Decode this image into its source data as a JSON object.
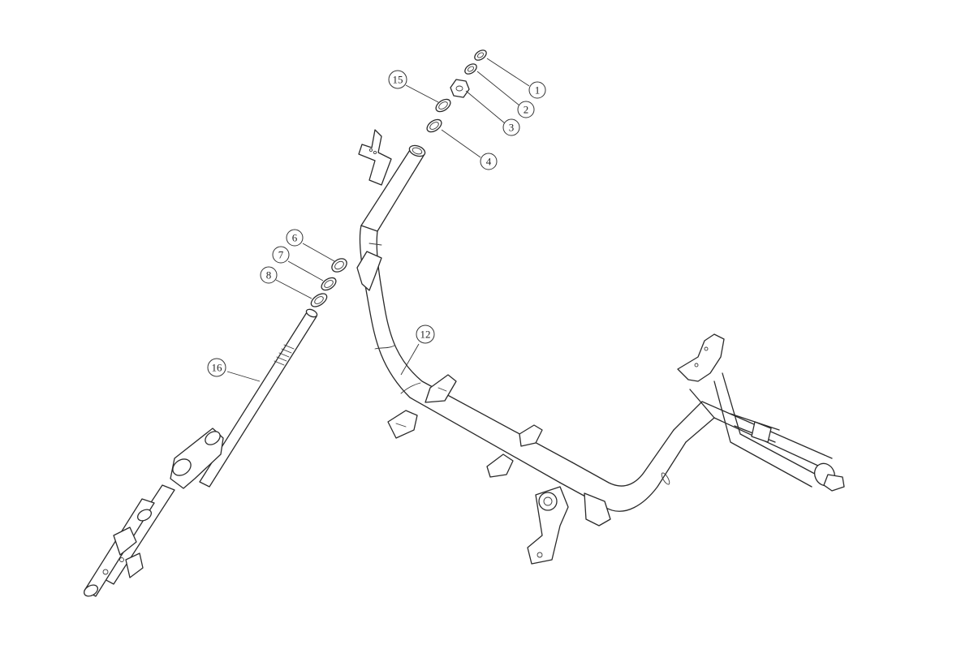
{
  "callouts": [
    {
      "id": "c1",
      "label": "1"
    },
    {
      "id": "c2",
      "label": "2"
    },
    {
      "id": "c3",
      "label": "3"
    },
    {
      "id": "c4",
      "label": "4"
    },
    {
      "id": "c6",
      "label": "6"
    },
    {
      "id": "c7",
      "label": "7"
    },
    {
      "id": "c8",
      "label": "8"
    },
    {
      "id": "c12",
      "label": "12"
    },
    {
      "id": "c15",
      "label": "15"
    },
    {
      "id": "c16",
      "label": "16"
    }
  ]
}
